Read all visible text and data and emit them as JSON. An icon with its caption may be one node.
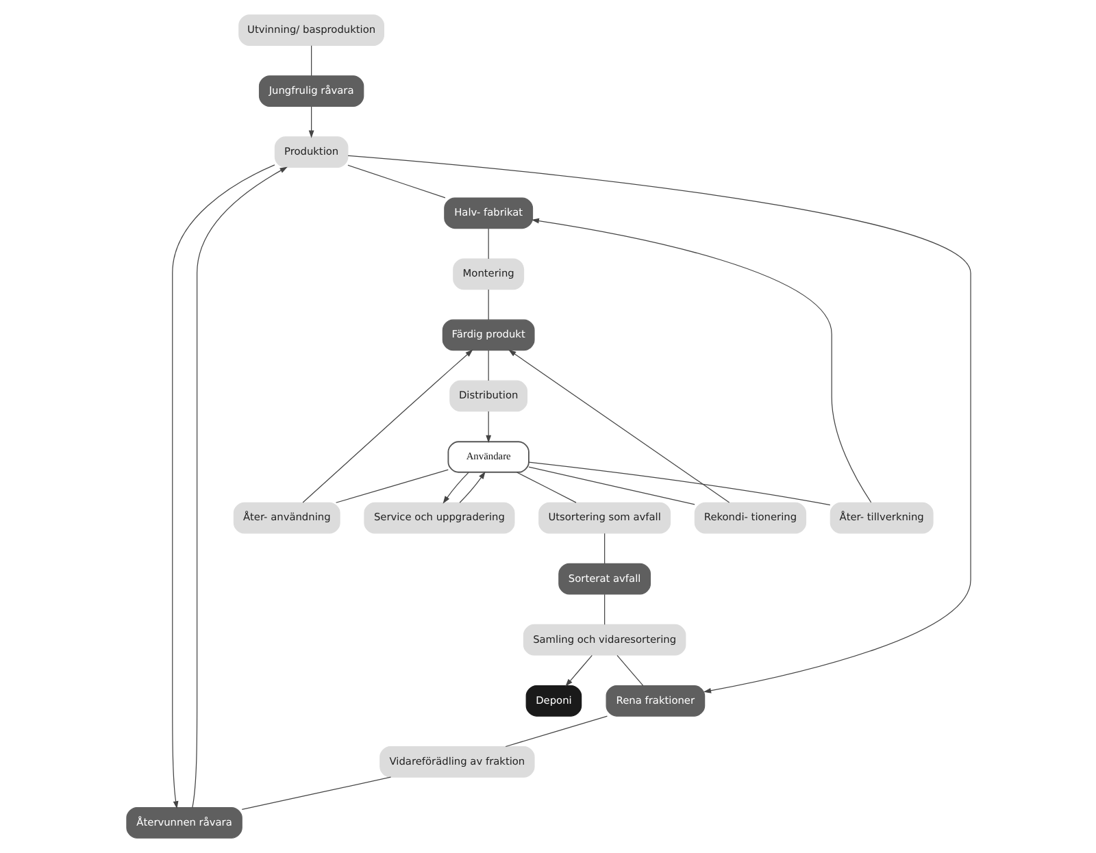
{
  "diagram": {
    "nodes": [
      {
        "text": [
          "Utvinning/ basproduktion"
        ]
      },
      {
        "text": [
          "Jungfrulig råvara"
        ]
      },
      {
        "text": [
          "Halv- fabrikat"
        ]
      },
      {
        "text": [
          "Montering"
        ]
      },
      {
        "text": [
          "Färdig produkt"
        ]
      },
      {
        "text": [
          "Produktion"
        ]
      },
      {
        "text": [
          "Distribution"
        ]
      },
      {
        "text": [
          "Service och uppgradering"
        ]
      },
      {
        "text": [
          "Återvunnen råvara"
        ]
      },
      {
        "text": [
          "Åter- användning"
        ]
      },
      {
        "text": [
          "Rekondi- tionering"
        ]
      },
      {
        "text": [
          "Åter- tillverkning"
        ]
      },
      {
        "text": [
          "Användare"
        ]
      },
      {
        "text": [
          "Vidareförädling av fraktion"
        ]
      },
      {
        "text": [
          "Rena fraktioner"
        ]
      },
      {
        "text": [
          "Utsortering som avfall"
        ]
      },
      {
        "text": [
          "Samling och vidaresortering"
        ]
      },
      {
        "text": [
          "Sorterat avfall"
        ]
      },
      {
        "text": [
          "Deponi"
        ]
      }
    ],
    "edges": [
      {
        "from": 0,
        "to": 1,
        "arrow": "none"
      },
      {
        "from": 1,
        "to": 5,
        "arrow": "to"
      },
      {
        "from": 5,
        "to": 2,
        "arrow": "none"
      },
      {
        "from": 2,
        "to": 3,
        "arrow": "none"
      },
      {
        "from": 3,
        "to": 4,
        "arrow": "none"
      },
      {
        "from": 4,
        "to": 6,
        "arrow": "none"
      },
      {
        "from": 6,
        "to": 12,
        "arrow": "to"
      },
      {
        "from": 12,
        "to": 7,
        "arrow": "to"
      },
      {
        "from": 7,
        "to": 12,
        "arrow": "to"
      },
      {
        "from": 12,
        "to": 9,
        "arrow": "none"
      },
      {
        "from": 9,
        "to": 4,
        "arrow": "to"
      },
      {
        "from": 12,
        "to": 10,
        "arrow": "none"
      },
      {
        "from": 10,
        "to": 4,
        "arrow": "to"
      },
      {
        "from": 12,
        "to": 11,
        "arrow": "none"
      },
      {
        "from": 11,
        "to": 2,
        "arrow": "to"
      },
      {
        "from": 12,
        "to": 15,
        "arrow": "none"
      },
      {
        "from": 15,
        "to": 17,
        "arrow": "none"
      },
      {
        "from": 17,
        "to": 16,
        "arrow": "none"
      },
      {
        "from": 16,
        "to": 14,
        "arrow": "none"
      },
      {
        "from": 16,
        "to": 18,
        "arrow": "to"
      },
      {
        "from": 14,
        "to": 13,
        "arrow": "none"
      },
      {
        "from": 13,
        "to": 8,
        "arrow": "none"
      },
      {
        "from": 8,
        "to": 5,
        "arrow": "to"
      },
      {
        "from": 5,
        "to": 8,
        "arrow": "to"
      },
      {
        "from": 5,
        "to": 14,
        "arrow": "to"
      }
    ]
  }
}
